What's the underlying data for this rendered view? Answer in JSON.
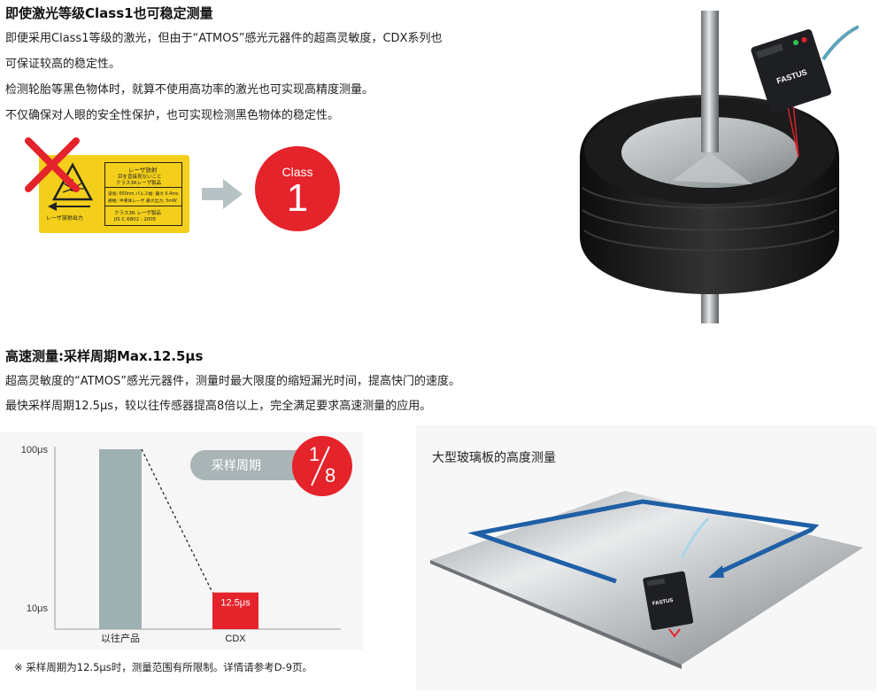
{
  "section1": {
    "title": "即使激光等级Class1也可稳定测量",
    "lines": [
      "即便采用Class1等级的激光，但由于“ATMOS”感光元器件的超高灵敏度，CDX系列也",
      "可保证较高的稳定性。",
      "检测轮胎等黑色物体时，就算不使用高功率的激光也可实现高精度测量。",
      "不仅确保对人眼的安全性保护，也可实现检测黑色物体的稳定性。"
    ],
    "laser_label": {
      "line1": "レーザ放射",
      "line2": "目を直接見ないこと",
      "line3": "クラス3Rレーザ製品",
      "line4": "波長: 650nm  パルス幅: 最大 6.4ms",
      "line5": "規格: 半導体レーザ 最大出力: 5mW",
      "line6": "クラス3R  レーザ製品",
      "line7": "JIS C 6802 : 2005",
      "arrow_text": "レーザ放射出力"
    },
    "class_badge": {
      "word": "Class",
      "number": "1"
    },
    "sensor_brand": "FASTUS"
  },
  "section2": {
    "title": "高速测量:采样周期Max.12.5μs",
    "lines": [
      "超高灵敏度的“ATMOS”感光元器件，测量时最大限度的缩短漏光时间，提高快门的速度。",
      "最快采样周期12.5μs，较以往传感器提高8倍以上，完全满足要求高速测量的应用。"
    ],
    "pill_label": "采样周期",
    "ratio": {
      "numerator": "1",
      "denominator": "8"
    },
    "footnote": "※  采样周期为12.5μs时，测量范围有所限制。详情请参考D-9页。",
    "glass_title": "大型玻璃板的高度测量"
  },
  "chart_data": {
    "type": "bar",
    "categories": [
      "以往产品",
      "CDX"
    ],
    "values": [
      100,
      12.5
    ],
    "value_labels": [
      "",
      "12.5μs"
    ],
    "y_ticks": [
      "100μs",
      "10μs"
    ],
    "y_tick_values": [
      100,
      10
    ],
    "colors": [
      "#9fb0b3",
      "#e5232b"
    ],
    "grid": false
  }
}
